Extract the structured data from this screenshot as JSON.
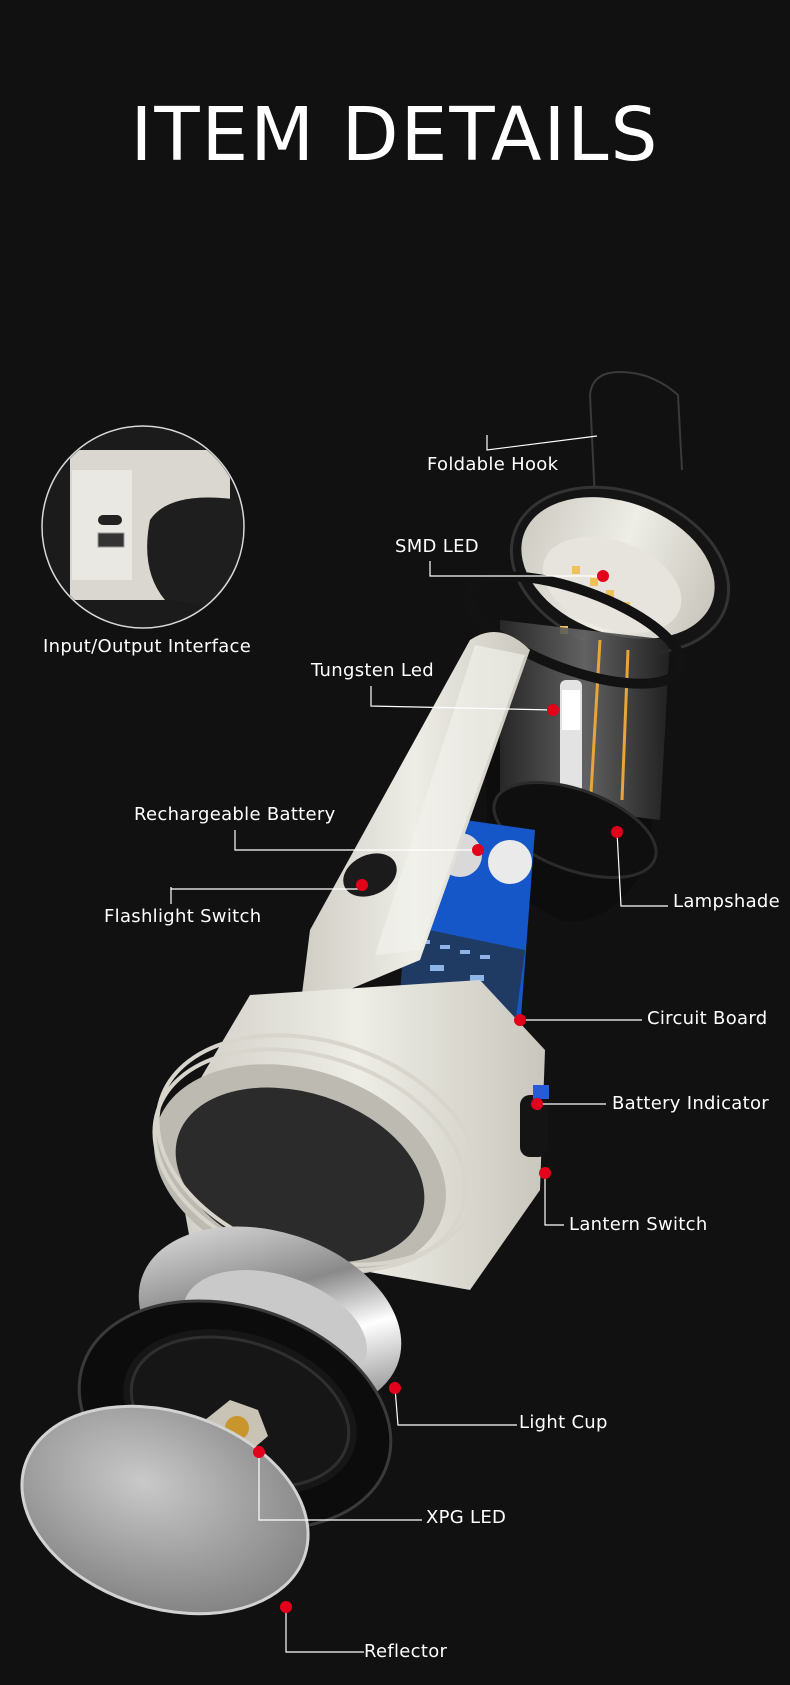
{
  "page_title": "ITEM DETAILS",
  "accent_color": "#e3001b",
  "callouts": {
    "foldable_hook": "Foldable Hook",
    "smd_led": "SMD LED",
    "input_output": "Input/Output Interface",
    "tungsten_led": "Tungsten Led",
    "rechargeable_battery": "Rechargeable Battery",
    "lampshade": "Lampshade",
    "flashlight_switch": "Flashlight Switch",
    "circuit_board": "Circuit Board",
    "battery_indicator": "Battery Indicator",
    "lantern_switch": "Lantern Switch",
    "light_cup": "Light Cup",
    "xpg_led": "XPG LED",
    "reflector": "Reflector"
  }
}
